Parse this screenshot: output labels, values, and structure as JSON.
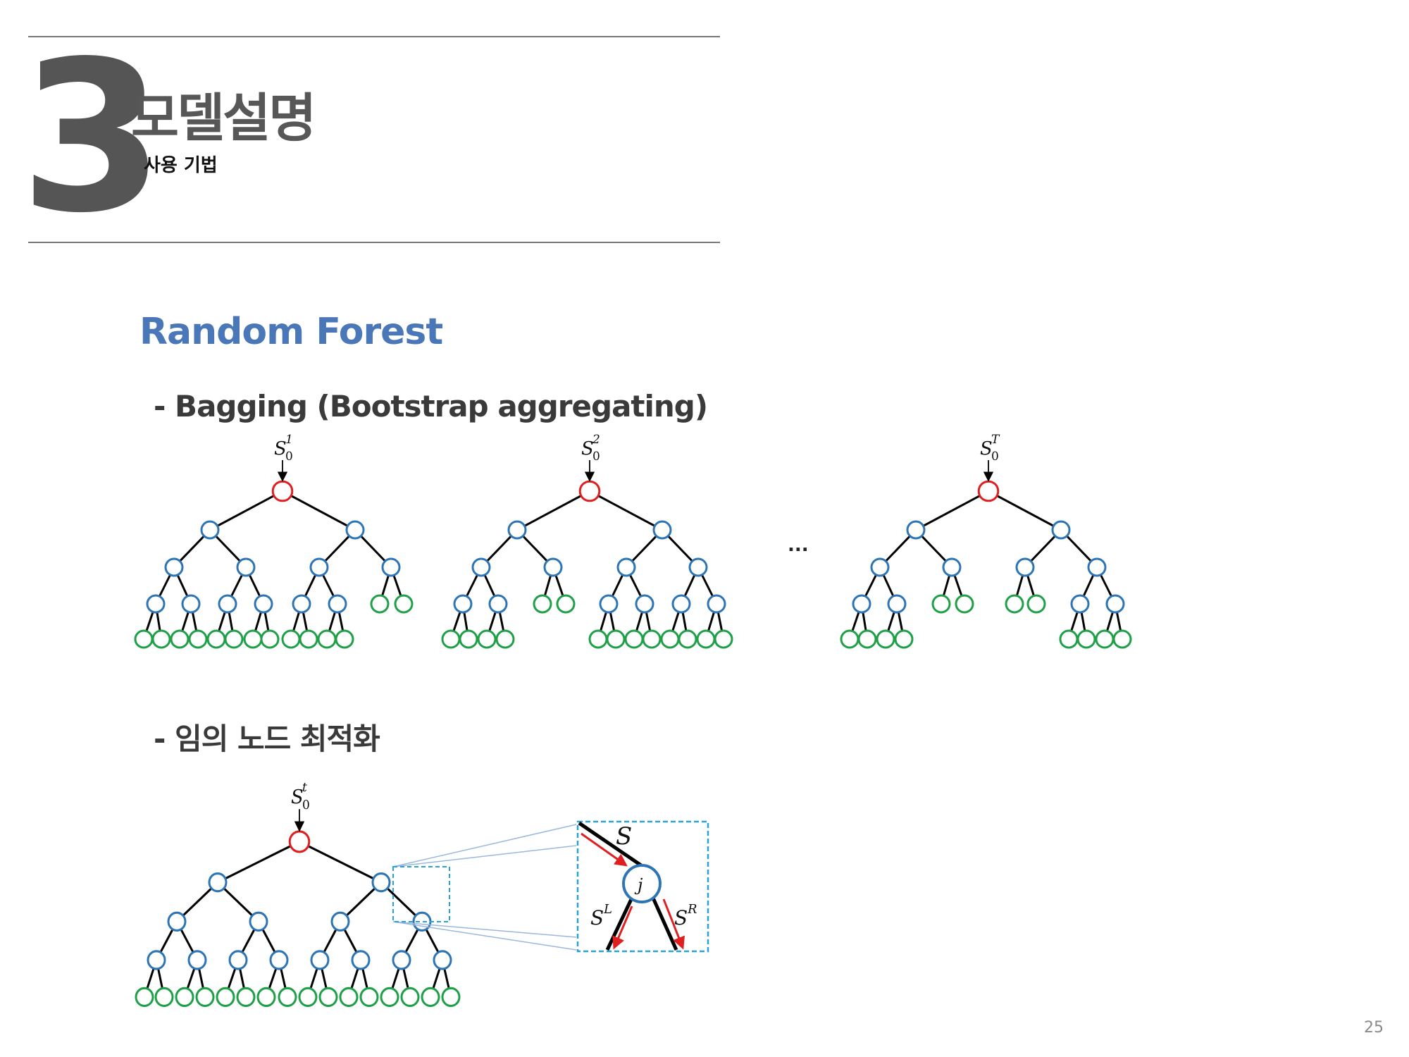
{
  "header": {
    "number": "3",
    "title": "모델설명",
    "subtitle": "사용 기법"
  },
  "section": {
    "title": "Random Forest",
    "bullet1": "- Bagging (Bootstrap aggregating)",
    "bullet2": "- 임의 노드 최적화",
    "ellipsis": "..."
  },
  "trees": [
    {
      "root_label": "S",
      "root_sub": "0",
      "root_sup": "1"
    },
    {
      "root_label": "S",
      "root_sub": "0",
      "root_sup": "2"
    },
    {
      "root_label": "S",
      "root_sub": "0",
      "root_sup": "T"
    },
    {
      "root_label": "S",
      "root_sub": "0",
      "root_sup": "t"
    }
  ],
  "zoom": {
    "parent_label": "S",
    "node_label": "j",
    "left_label": "S",
    "left_sup": "L",
    "right_label": "S",
    "right_sup": "R"
  },
  "colors": {
    "root": "#e02020",
    "internal": "#2e75b6",
    "leaf": "#1fa048",
    "zoom_box": "#29a3d6",
    "arrow": "#e02020",
    "accent": "#4a77b8"
  },
  "page_number": "25"
}
